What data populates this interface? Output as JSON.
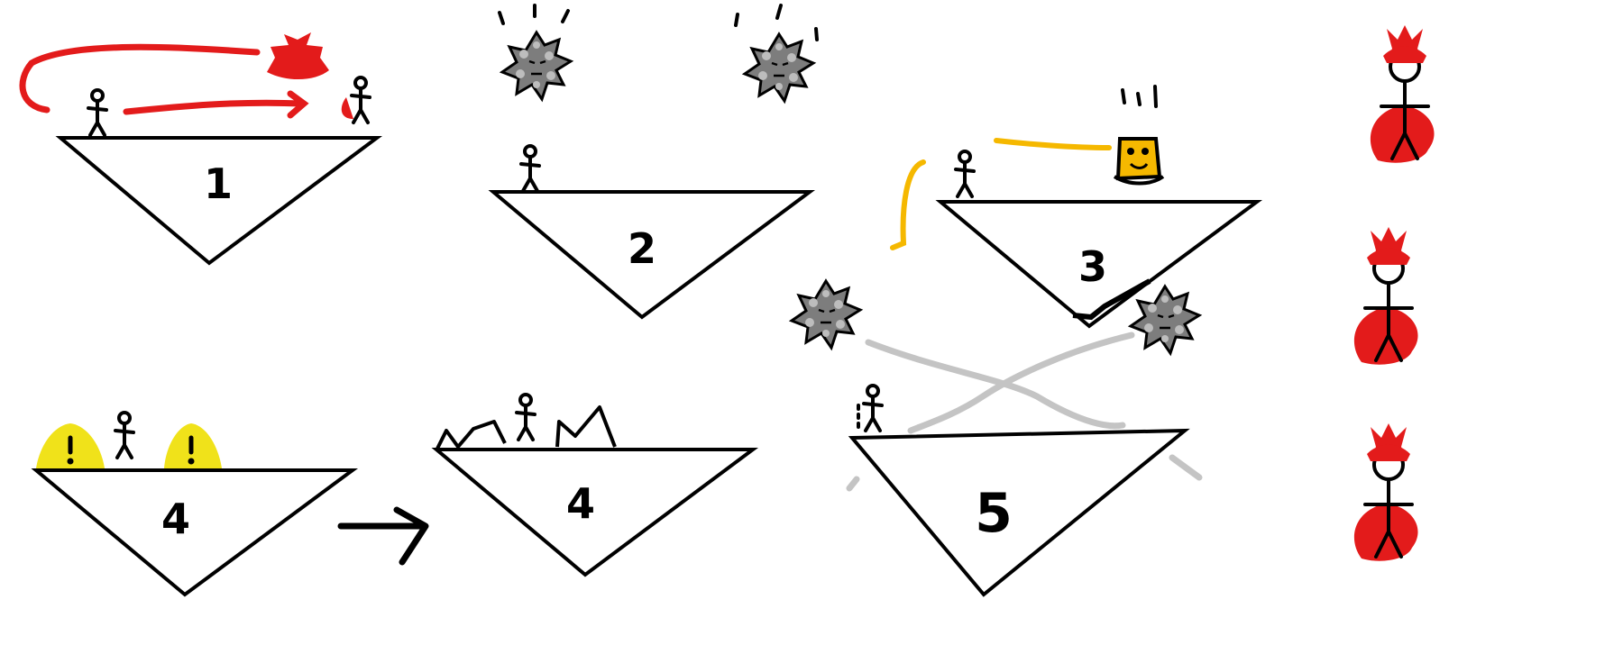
{
  "colors": {
    "ink": "#000000",
    "red": "#e31b1b",
    "yellow": "#f0e21a",
    "orange": "#f5b800",
    "gray": "#c4c4c4",
    "boulder": "#7d7d7d",
    "boulder_spot": "#bdbdbd"
  },
  "panels": [
    {
      "number": "1",
      "icons": [
        "stick-figure-icon",
        "red-dash-trail-icon",
        "red-cape-icon",
        "caped-stick-figure-icon"
      ]
    },
    {
      "number": "2",
      "icons": [
        "stick-figure-icon",
        "falling-boulder-icon",
        "falling-boulder-icon"
      ]
    },
    {
      "number": "3",
      "icons": [
        "stick-figure-icon",
        "orange-face-block-icon",
        "orange-dash-trail-icon"
      ]
    },
    {
      "number": "4",
      "icons": [
        "stick-figure-icon",
        "yellow-warning-slime-icon",
        "yellow-warning-slime-icon"
      ]
    },
    {
      "number": "4",
      "icons": [
        "stick-figure-icon",
        "spike-ground-icon"
      ]
    },
    {
      "number": "5",
      "icons": [
        "stick-figure-icon",
        "rolling-boulder-icon",
        "rolling-boulder-icon",
        "gray-crossing-trail-icon"
      ]
    }
  ],
  "transition_arrow": "right-arrow-icon",
  "player_skins": [
    {
      "icon": "viking-helmet-caped-figure-icon",
      "color": "red"
    },
    {
      "icon": "viking-helmet-caped-figure-icon",
      "color": "red"
    },
    {
      "icon": "viking-helmet-caped-figure-icon",
      "color": "red"
    }
  ]
}
